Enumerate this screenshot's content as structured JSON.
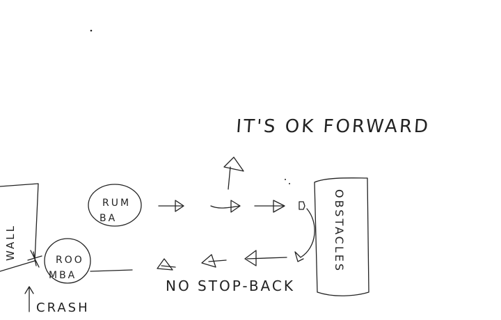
{
  "labels": {
    "forward_note": "IT'S OK FORWARD",
    "back_note": "NO STOP-BACK",
    "robot_top_line1": "RUM",
    "robot_top_line2": "BA",
    "robot_bottom_line1": "ROO",
    "robot_bottom_line2": "MBA",
    "obstacles": "OBSTACLES",
    "crash": "CRASH",
    "wall_text": "WALL"
  },
  "ink_color": "#222222"
}
